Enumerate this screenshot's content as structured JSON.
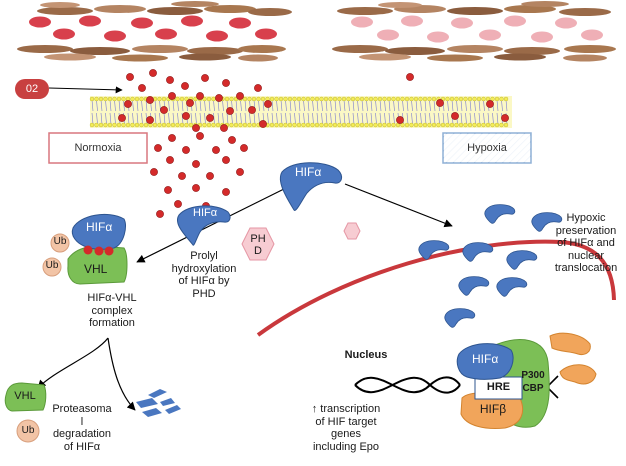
{
  "condition_labels": {
    "normoxia": "Normoxia",
    "hypoxia": "Hypoxia"
  },
  "o2_label": "02",
  "nucleus_label": "Nucleus",
  "molecules": {
    "hif_alpha": "HIFα",
    "hif_beta": "HIFβ",
    "vhl": "VHL",
    "ub": "Ub",
    "phd": "PH\nD",
    "hre": "HRE",
    "p300": "P300",
    "cbp": "CBP"
  },
  "captions": {
    "complex_formation": "HIFα-VHL\ncomplex\nformation",
    "prolyl_hydroxylation": "Prolyl\nhydroxylation\nof HIFα by\nPHD",
    "hypoxic_preservation": "Hypoxic\npreservation\nof HIFα and\nnuclear\ntranslocation",
    "proteasomal_degradation": "Proteasoma\nl\ndegradation\nof HIFα",
    "transcription": "↑ transcription\nof HIF target\ngenes\nincluding Epo"
  },
  "colors": {
    "hif_blue": "#4a77c0",
    "vhl_green": "#7cbf56",
    "ub_peach": "#f2c4a6",
    "hif_beta_orange": "#f1a55b",
    "o2_red": "#d42a2a",
    "normoxia_border": "#d9777f",
    "hypoxia_border": "#8fb0d6",
    "membrane_yellow": "#f3ec58",
    "nuclear_envelope": "#c9383c",
    "vessel_brown": "#9a6a48",
    "rbc_red": "#d8404c",
    "rbc_pale": "#efafb6"
  }
}
